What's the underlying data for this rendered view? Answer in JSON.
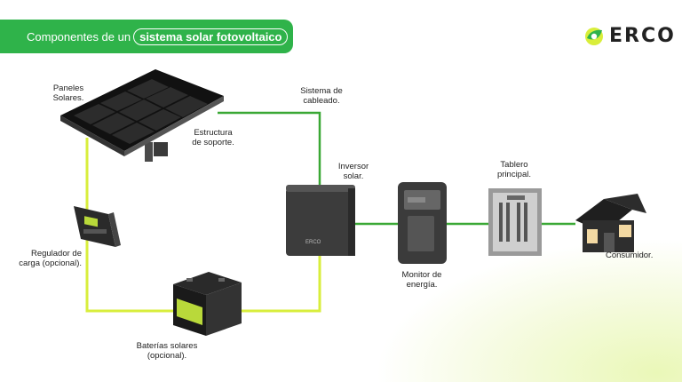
{
  "banner": {
    "prefix": "Componentes de un",
    "highlight": "sistema solar fotovoltaico"
  },
  "logo": {
    "text": "ERCO",
    "icon": "leaf-logo-icon"
  },
  "labels": {
    "panels": "Paneles\nSolares.",
    "structure": "Estructura\nde soporte.",
    "wiring": "Sistema de\ncableado.",
    "inverter": "Inversor\nsolar.",
    "board": "Tablero\nprincipal.",
    "regulator": "Regulador de\ncarga (opcional).",
    "monitor": "Monitor de\nenergía.",
    "consumer": "Consumidor.",
    "batteries": "Baterías solares\n(opcional).",
    "inverter_brand": "ERCO"
  },
  "colors": {
    "brand_green": "#2fb34a",
    "wire_green": "#3aa835",
    "wire_yellow": "#d8ee3c"
  }
}
